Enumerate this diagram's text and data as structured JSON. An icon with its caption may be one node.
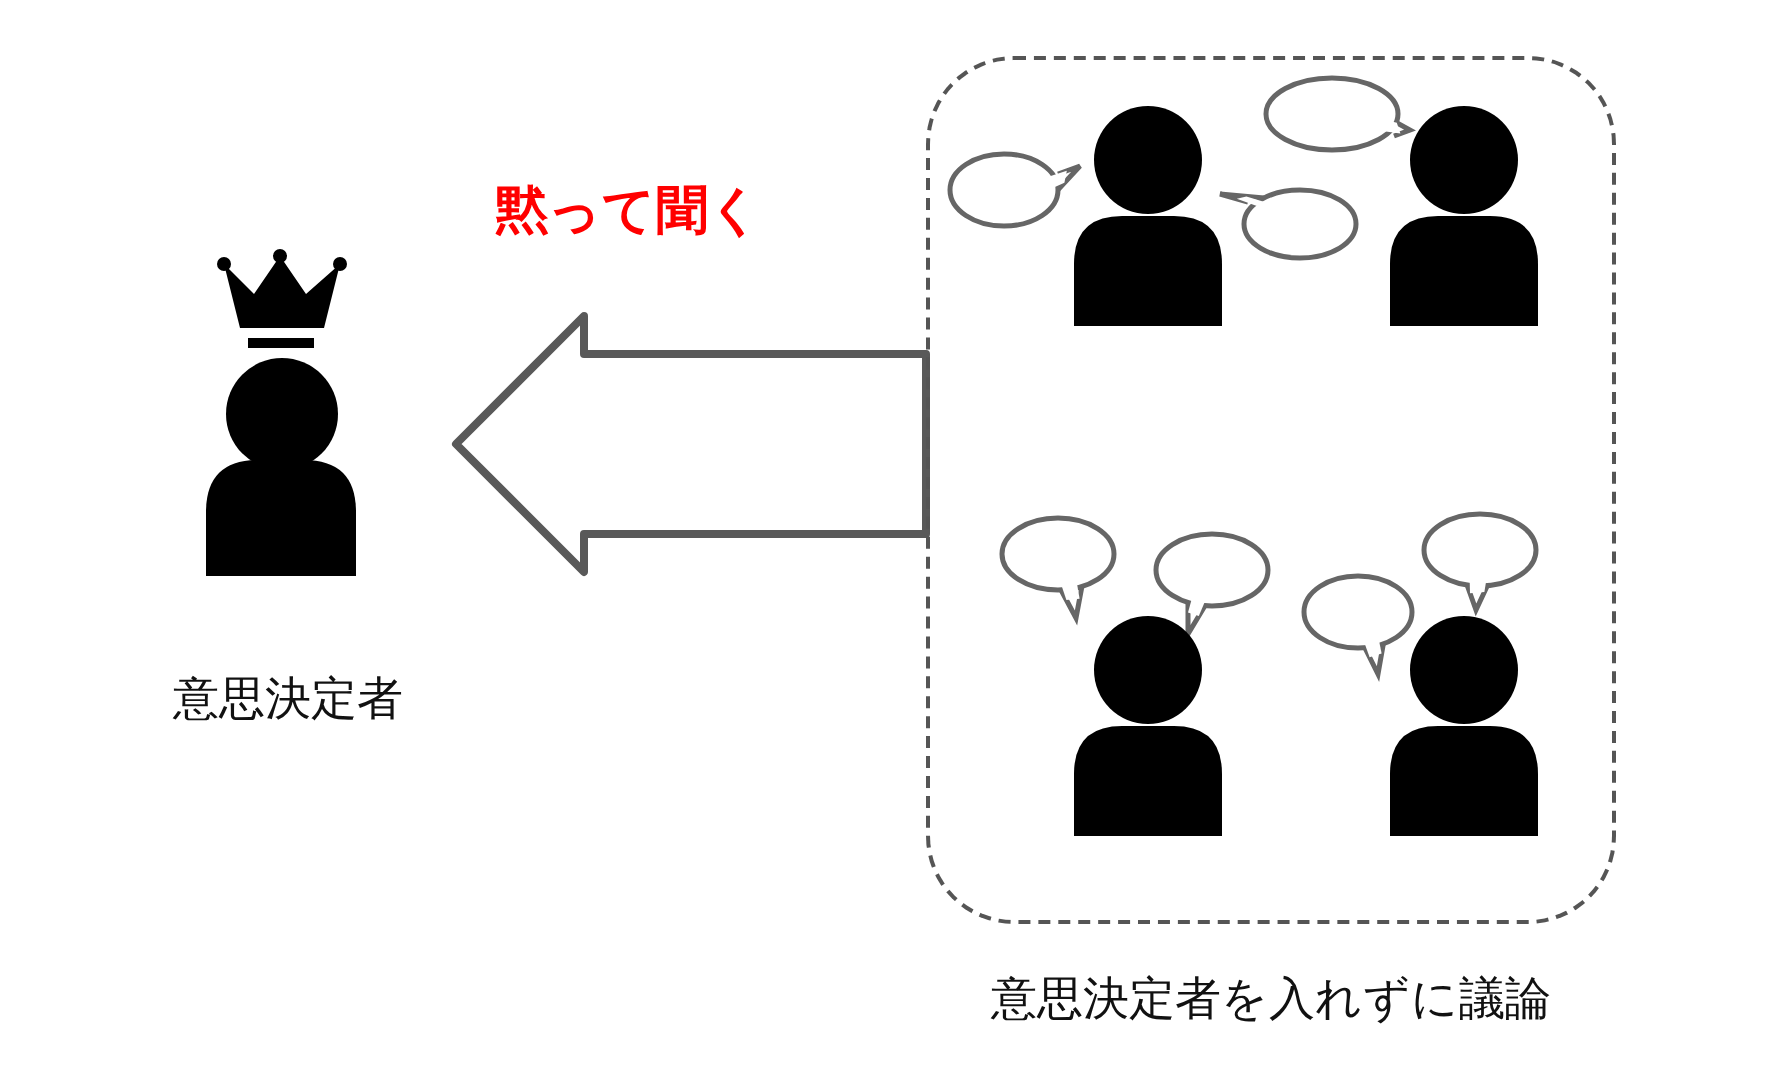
{
  "diagram": {
    "nodes": [
      {
        "text": [
          "意思決定者"
        ]
      },
      {
        "text": [
          "意思決定者を入れずに議論"
        ]
      },
      {
        "text": [],
        "shape": "person",
        "in": 1
      },
      {
        "text": [],
        "shape": "person",
        "in": 1
      },
      {
        "text": [],
        "shape": "person",
        "in": 1
      },
      {
        "text": [],
        "shape": "person",
        "in": 1
      }
    ],
    "edges": [
      {
        "from": 1,
        "to": 0,
        "arrow": "to",
        "label": "黙って聞く"
      }
    ]
  }
}
